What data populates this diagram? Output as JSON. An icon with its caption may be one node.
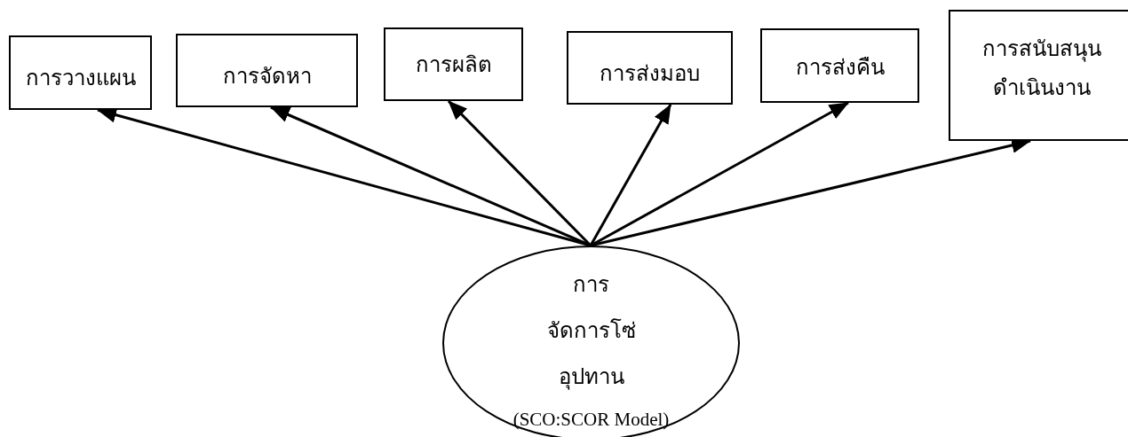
{
  "diagram": {
    "nodes": [
      {
        "text": [
          "การวางแผน"
        ]
      },
      {
        "text": [
          "การจัดหา"
        ]
      },
      {
        "text": [
          "การผลิต"
        ]
      },
      {
        "text": [
          "การส่งมอบ"
        ]
      },
      {
        "text": [
          "การส่งคืน"
        ]
      },
      {
        "text": [
          "การสนับสนุนดำเนินงาน"
        ]
      },
      {
        "text": [
          "การจัดการโซ่อุปทาน",
          "(SCO:SCOR Model)"
        ]
      }
    ],
    "edges": [
      {
        "from": 6,
        "to": 0,
        "arrow": "to"
      },
      {
        "from": 6,
        "to": 1,
        "arrow": "to"
      },
      {
        "from": 6,
        "to": 2,
        "arrow": "to"
      },
      {
        "from": 6,
        "to": 3,
        "arrow": "to"
      },
      {
        "from": 6,
        "to": 4,
        "arrow": "to"
      },
      {
        "from": 6,
        "to": 5,
        "arrow": "to"
      }
    ]
  }
}
